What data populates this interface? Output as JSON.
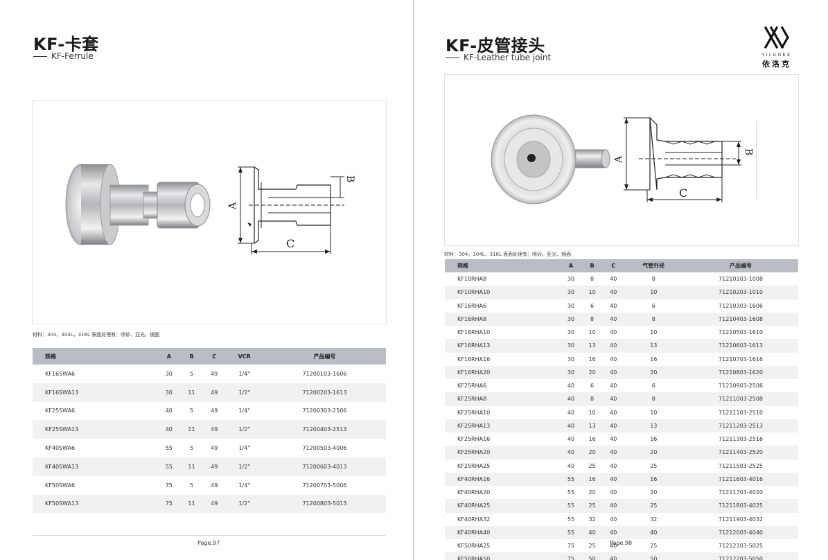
{
  "left": {
    "title": "KF-卡套",
    "subtitle": "KF-Ferrule",
    "material": "材料：304，304L，316L  表面处理有：喷砂、亚光、镜面",
    "diagram_labels": {
      "a": "A",
      "b": "B",
      "c": "C"
    },
    "table": {
      "headers": [
        "规格",
        "A",
        "B",
        "C",
        "VCR",
        "产品编号"
      ],
      "rows": [
        [
          "KF16SWA6",
          "30",
          "5",
          "49",
          "1/4\"",
          "71200103-1606"
        ],
        [
          "KF16SWA13",
          "30",
          "11",
          "49",
          "1/2\"",
          "71200203-1613"
        ],
        [
          "KF25SWA6",
          "40",
          "5",
          "49",
          "1/4\"",
          "71200303-2506"
        ],
        [
          "KF25SWA13",
          "40",
          "11",
          "49",
          "1/2\"",
          "71200403-2513"
        ],
        [
          "KF40SWA6",
          "55",
          "5",
          "49",
          "1/4\"",
          "71200503-4006"
        ],
        [
          "KF40SWA13",
          "55",
          "11",
          "49",
          "1/2\"",
          "71200603-4013"
        ],
        [
          "KF50SWA6",
          "75",
          "5",
          "49",
          "1/4\"",
          "71200703-5006"
        ],
        [
          "KF50SWA13",
          "75",
          "11",
          "49",
          "1/2\"",
          "71200803-5013"
        ],
        [
          "",
          "",
          "",
          "",
          "",
          ""
        ]
      ]
    },
    "page": "Page.97"
  },
  "right": {
    "title": "KF-皮管接头",
    "subtitle": "KF-Leather tube joint",
    "logo": {
      "name_en": "YILUOKE",
      "name_cn": "依洛克"
    },
    "material": "材料：304，304L，316L  表面处理有：喷砂、亚光、镜面",
    "diagram_labels": {
      "a": "A",
      "b": "B",
      "c": "C"
    },
    "table": {
      "headers": [
        "规格",
        "A",
        "B",
        "C",
        "气管外径",
        "产品编号"
      ],
      "rows": [
        [
          "KF10RHA8",
          "30",
          "8",
          "40",
          "8",
          "71210103-1008"
        ],
        [
          "KF10RHA10",
          "30",
          "10",
          "40",
          "10",
          "71210203-1010"
        ],
        [
          "KF16RHA6",
          "30",
          "6",
          "40",
          "6",
          "71210303-1606"
        ],
        [
          "KF16RHA8",
          "30",
          "8",
          "40",
          "8",
          "71210403-1608"
        ],
        [
          "KF16RHA10",
          "30",
          "10",
          "40",
          "10",
          "71210503-1610"
        ],
        [
          "KF16RHA13",
          "30",
          "13",
          "40",
          "13",
          "71210603-1613"
        ],
        [
          "KF16RHA16",
          "30",
          "16",
          "40",
          "16",
          "71210703-1616"
        ],
        [
          "KF16RHA20",
          "30",
          "20",
          "40",
          "20",
          "71210803-1620"
        ],
        [
          "KF25RHA6",
          "40",
          "6",
          "40",
          "6",
          "71210903-2506"
        ],
        [
          "KF25RHA8",
          "40",
          "8",
          "40",
          "8",
          "71211003-2508"
        ],
        [
          "KF25RHA10",
          "40",
          "10",
          "40",
          "10",
          "71211103-2510"
        ],
        [
          "KF25RHA13",
          "40",
          "13",
          "40",
          "13",
          "71211203-2513"
        ],
        [
          "KF25RHA16",
          "40",
          "16",
          "40",
          "16",
          "71211303-2516"
        ],
        [
          "KF25RHA20",
          "40",
          "20",
          "40",
          "20",
          "71211403-2520"
        ],
        [
          "KF25RHA25",
          "40",
          "25",
          "40",
          "25",
          "71211503-2525"
        ],
        [
          "KF40RHA16",
          "55",
          "16",
          "40",
          "16",
          "71211603-4016"
        ],
        [
          "KF40RHA20",
          "55",
          "20",
          "40",
          "20",
          "71211703-4020"
        ],
        [
          "KF40RHA25",
          "55",
          "25",
          "40",
          "25",
          "71211803-4025"
        ],
        [
          "KF40RHA32",
          "55",
          "32",
          "40",
          "32",
          "71211903-4032"
        ],
        [
          "KF40RHA40",
          "55",
          "40",
          "40",
          "40",
          "71212003-4040"
        ],
        [
          "KF50RHA25",
          "75",
          "25",
          "40",
          "25",
          "71212103-5025"
        ],
        [
          "KF50RHA50",
          "75",
          "50",
          "40",
          "50",
          "71212203-5050"
        ]
      ]
    },
    "page": "Page.98"
  }
}
